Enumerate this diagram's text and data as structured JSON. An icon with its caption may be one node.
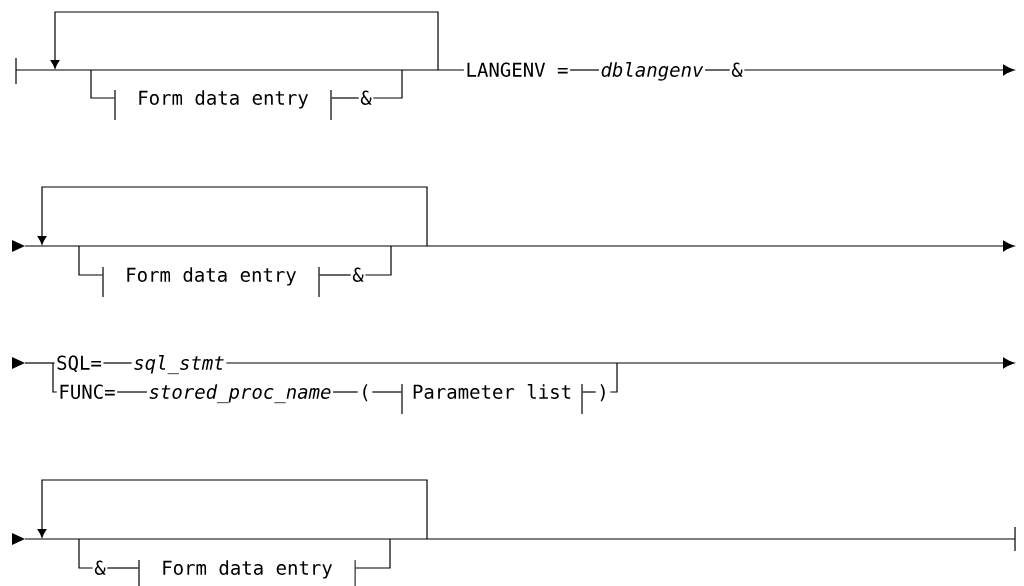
{
  "diagram": {
    "nodes": [
      {
        "text": [
          "Form data entry"
        ]
      },
      {
        "text": [
          "&"
        ]
      },
      {
        "text": [
          "LANGENV ="
        ]
      },
      {
        "text": [
          "dblangenv"
        ]
      },
      {
        "text": [
          "&"
        ]
      },
      {
        "text": [
          "Form data entry"
        ]
      },
      {
        "text": [
          "&"
        ]
      },
      {
        "text": [
          "SQL="
        ]
      },
      {
        "text": [
          "sql_stmt"
        ]
      },
      {
        "text": [
          "FUNC="
        ]
      },
      {
        "text": [
          "stored_proc_name"
        ]
      },
      {
        "text": [
          "("
        ]
      },
      {
        "text": [
          "Parameter list"
        ]
      },
      {
        "text": [
          ")"
        ]
      },
      {
        "text": [
          "&"
        ]
      },
      {
        "text": [
          "Form data entry"
        ]
      }
    ],
    "edges": [
      {
        "from": 0,
        "to": 1,
        "arrow": "none"
      },
      {
        "from": 2,
        "to": 3,
        "arrow": "none"
      },
      {
        "from": 3,
        "to": 4,
        "arrow": "none"
      },
      {
        "from": 5,
        "to": 6,
        "arrow": "none"
      },
      {
        "from": 7,
        "to": 8,
        "arrow": "none"
      },
      {
        "from": 9,
        "to": 10,
        "arrow": "none"
      },
      {
        "from": 10,
        "to": 11,
        "arrow": "none"
      },
      {
        "from": 11,
        "to": 12,
        "arrow": "none"
      },
      {
        "from": 12,
        "to": 13,
        "arrow": "none"
      },
      {
        "from": 14,
        "to": 15,
        "arrow": "none"
      }
    ]
  }
}
